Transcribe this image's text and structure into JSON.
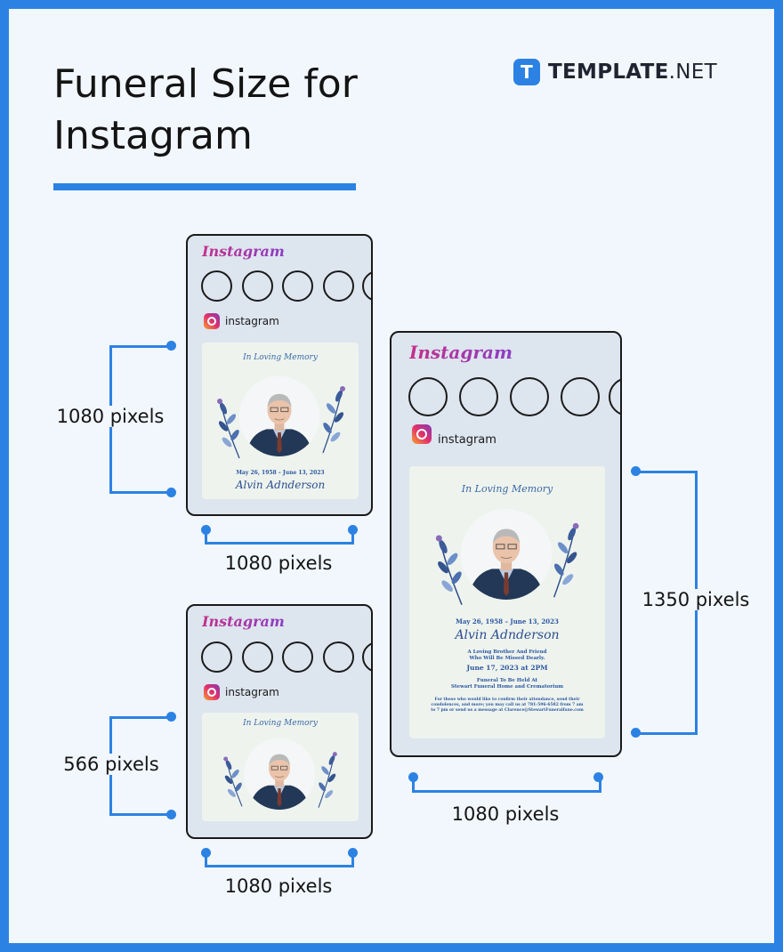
{
  "title": "Funeral Size for Instagram",
  "brand": {
    "logo_letter": "T",
    "name_bold": "TEMPLATE",
    "name_light": ".NET"
  },
  "instagram": {
    "wordmark": "Instagram",
    "handle": "instagram"
  },
  "memorial": {
    "heading": "In Loving Memory",
    "dates": "May 26, 1958 – June 13, 2023",
    "name": "Alvin Adnderson",
    "line1": "A Loving Brother And Friend",
    "line2": "Who Will Be Missed Dearly.",
    "service_date": "June 17, 2023 at 2PM",
    "venue1": "Funeral To Be Held At",
    "venue2": "Stewart Funeral Home and Crematorium",
    "note1": "For those who would like to confirm their attendance, send their",
    "note2": "condolences, and more; you may call us at 781-596-6582 from 7 am",
    "note3": "to 7 pm or send us a message at Clarence@StewartFuneralfane.com"
  },
  "dimensions": {
    "square_height": "1080 pixels",
    "square_width": "1080 pixels",
    "landscape_height": "566 pixels",
    "landscape_width": "1080 pixels",
    "portrait_height": "1350 pixels",
    "portrait_width": "1080 pixels"
  },
  "colors": {
    "accent": "#2c82e3",
    "background": "#f2f7fd",
    "phone": "#dde5ef"
  }
}
